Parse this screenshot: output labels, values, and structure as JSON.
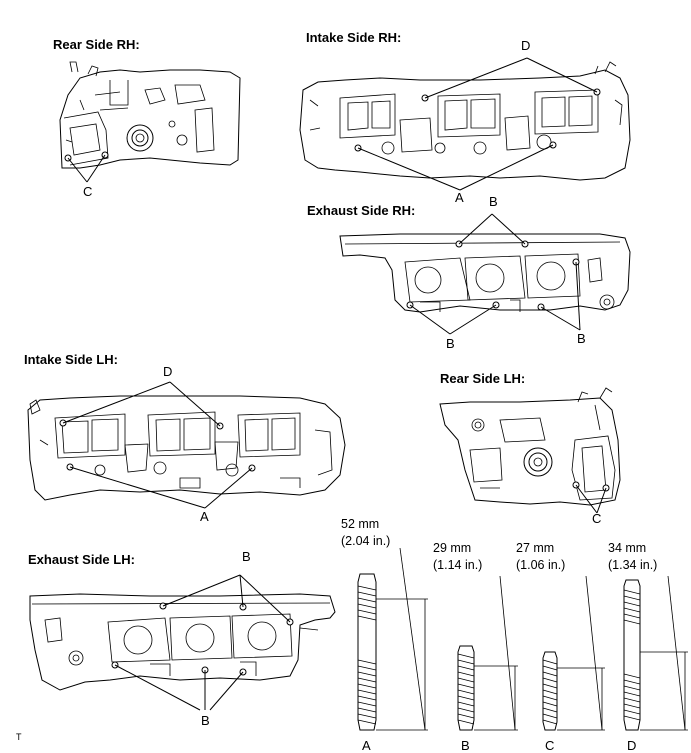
{
  "views": {
    "rear_rh": "Rear Side RH:",
    "intake_rh": "Intake Side RH:",
    "exhaust_rh": "Exhaust Side RH:",
    "intake_lh": "Intake Side LH:",
    "rear_lh": "Rear Side LH:",
    "exhaust_lh": "Exhaust Side LH:"
  },
  "callouts": {
    "a": "A",
    "b": "B",
    "c": "C",
    "d": "D"
  },
  "studs": [
    {
      "letter": "A",
      "length_mm": "52 mm",
      "length_in": "(2.04 in.)"
    },
    {
      "letter": "B",
      "length_mm": "29 mm",
      "length_in": "(1.14 in.)"
    },
    {
      "letter": "C",
      "length_mm": "27 mm",
      "length_in": "(1.06 in.)"
    },
    {
      "letter": "D",
      "length_mm": "34 mm",
      "length_in": "(1.34 in.)"
    }
  ],
  "footer_code": "T"
}
